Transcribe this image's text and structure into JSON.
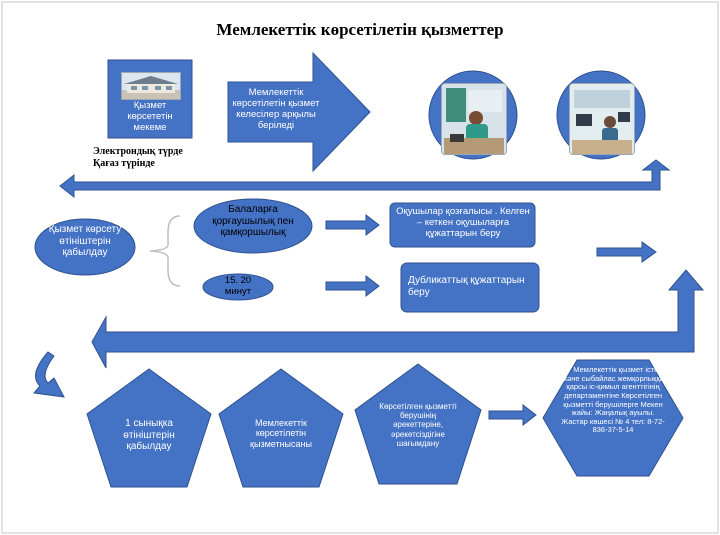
{
  "title": "Мемлекеттік  көрсетілетін қызметтер",
  "top_row": {
    "agency_label": "Қызмет көрсететін мекеме",
    "arrow_text": "Мемлекеттік көрсетілетін қызмет келесілер арқылы беріледі",
    "forms_line1": "Электрондық  түрде",
    "forms_line2": "Қағаз түрінде"
  },
  "middle": {
    "receive_label": "Қызмет көрсету өтініштерін қабылдау",
    "guardianship_label": "Балаларға қорғаушылық пен қамқоршылық",
    "minutes_label": "15. 20 минут",
    "transfer_docs_label": "Оқушылар қозғалысы . Келген – кеткен оқушыларға құжаттарын беру",
    "duplicate_docs_label": "Дубликаттық құжаттарын беру"
  },
  "bottom": {
    "one_window_label": "1 сынықка өтініштерін қабылдау",
    "service_standard_label": "Мемлекеттік көрсетілетін қызметнысаны",
    "complaints_label": "Көрсетілген қызметті берушінің әрекеттеріне, әрекетсіздігіне шағымдану",
    "agency_info_label": "ҚР Мемлекеттік қызмет істері және сыбайлас жемқорлыққа қарсы іс-қимыл агенттігінің департаментіне Көрсетілген қызметті берушілерге Мекен жайы: Жаңалық ауылы. Жастар көшесі № 4  тел: 8-72-836-37-5-14"
  },
  "colors": {
    "shape_fill": "#4472c4",
    "shape_stroke": "#2f528f",
    "text_on_shape": "#ffffff"
  }
}
